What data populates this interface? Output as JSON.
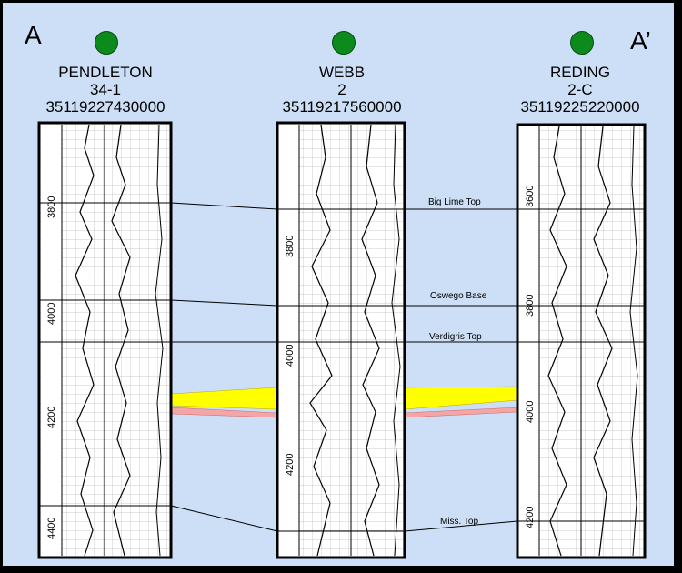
{
  "section": {
    "start_label": "A",
    "end_label": "A’"
  },
  "wells": [
    {
      "name": "PENDLETON",
      "number": "34-1",
      "api": "35119227430000",
      "depth_labels": [
        "3800",
        "4000",
        "4200",
        "4400"
      ]
    },
    {
      "name": "WEBB",
      "number": "2",
      "api": "35119217560000",
      "depth_labels": [
        "3800",
        "4000",
        "4200"
      ]
    },
    {
      "name": "REDING",
      "number": "2-C",
      "api": "35119225220000",
      "depth_labels": [
        "3600",
        "3800",
        "4000",
        "4200"
      ]
    }
  ],
  "formation_tops": [
    {
      "name": "Big Lime Top"
    },
    {
      "name": "Oswego Base"
    },
    {
      "name": "Verdigris Top"
    },
    {
      "name": "Miss. Top"
    }
  ],
  "colors": {
    "background": "#ccdff6",
    "well_marker": "#0c8a1c",
    "highlight_yellow": "#ffff00",
    "highlight_pink": "#f4a6a6"
  }
}
